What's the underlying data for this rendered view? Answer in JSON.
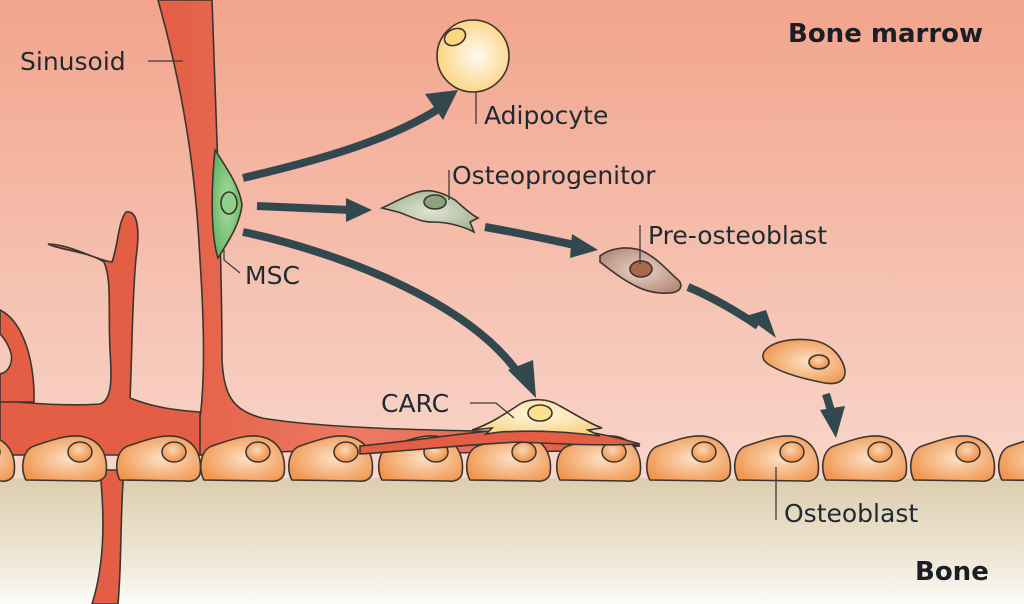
{
  "diagram": {
    "regions": {
      "top": "Bone marrow",
      "bottom": "Bone"
    },
    "labels": {
      "sinusoid": "Sinusoid",
      "msc": "MSC",
      "adipocyte": "Adipocyte",
      "osteoprogenitor": "Osteoprogenitor",
      "pre_osteoblast": "Pre-osteoblast",
      "carc": "CARC",
      "osteoblast": "Osteoblast"
    },
    "colors": {
      "marrow_top": "#f2a48c",
      "marrow_bottom": "#f8d6ca",
      "bone_top": "#dccdb0",
      "bone_bottom": "#fbfaf6",
      "vessel": "#e45e45",
      "msc": "#7cc47a",
      "adipocyte": "#fde2a3",
      "osteoprogenitor": "#b5c2a6",
      "pre_osteoblast": "#c29c8a",
      "osteoblast": "#f4a060",
      "carc": "#fbe3a4",
      "arrow": "#33474f"
    },
    "pathways": [
      {
        "from": "MSC",
        "to": "Adipocyte"
      },
      {
        "from": "MSC",
        "to": "Osteoprogenitor"
      },
      {
        "from": "MSC",
        "to": "CARC"
      },
      {
        "from": "Osteoprogenitor",
        "to": "Pre-osteoblast"
      },
      {
        "from": "Pre-osteoblast",
        "to": "Osteoblast (immature)"
      },
      {
        "from": "Osteoblast (immature)",
        "to": "Osteoblast"
      }
    ]
  }
}
